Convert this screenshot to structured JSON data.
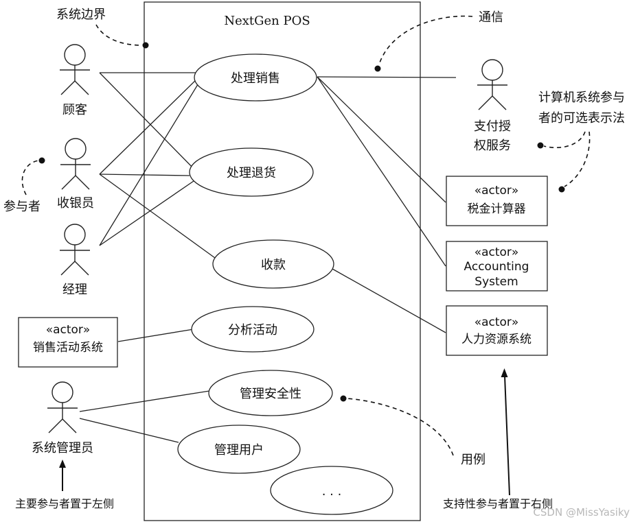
{
  "system": {
    "title": "NextGen POS"
  },
  "annotations": {
    "system_boundary": "系统边界",
    "communication": "通信",
    "actor_label": "参与者",
    "computer_actor_line1": "计算机系统参与",
    "computer_actor_line2": "者的可选表示法",
    "use_case_label": "用例",
    "primary_left": "主要参与者置于左侧",
    "supporting_right": "支持性参与者置于右侧"
  },
  "actors": {
    "customer": "顾客",
    "cashier": "收银员",
    "manager": "经理",
    "sysadmin": "系统管理员",
    "payment_line1": "支付授",
    "payment_line2": "权服务"
  },
  "actor_boxes": {
    "stereotype": "«actor»",
    "sales_activity": "销售活动系统",
    "tax": "税金计算器",
    "accounting_line1": "Accounting",
    "accounting_line2": "System",
    "hr": "人力资源系统"
  },
  "use_cases": {
    "process_sale": "处理销售",
    "handle_returns": "处理退货",
    "cash_in": "收款",
    "analyze_activity": "分析活动",
    "manage_security": "管理安全性",
    "manage_users": "管理用户",
    "more": ". . ."
  },
  "watermark": "CSDN @MissYasiky"
}
